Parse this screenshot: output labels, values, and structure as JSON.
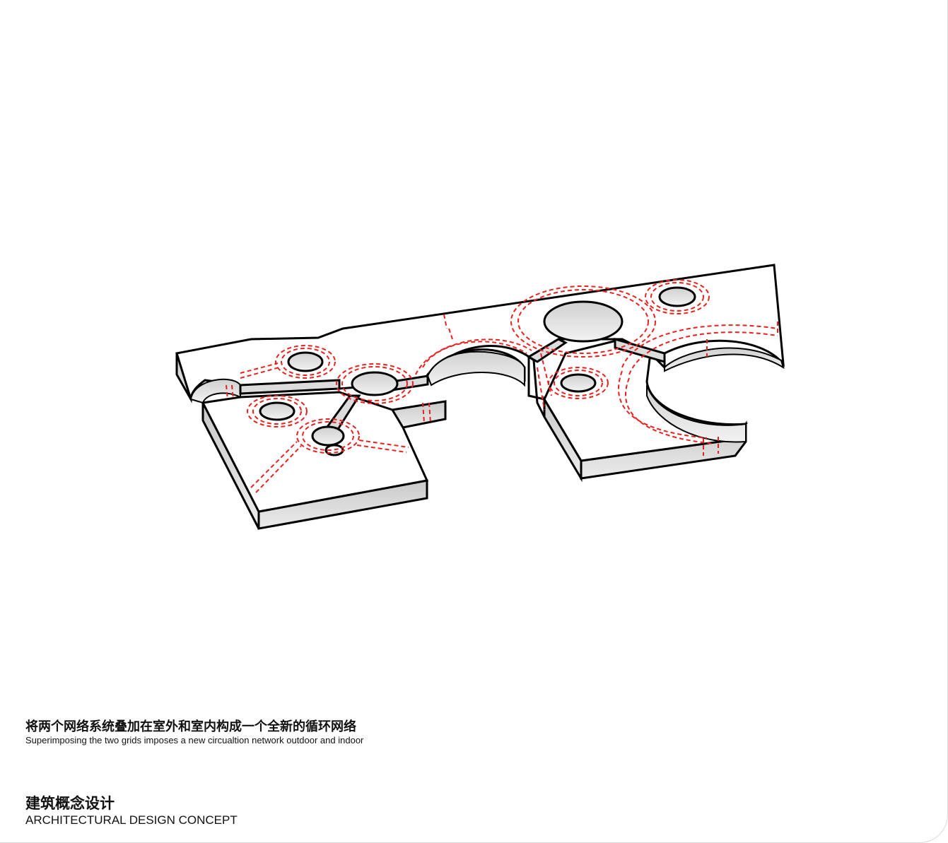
{
  "caption": {
    "cn": "将两个网络系统叠加在室外和室内构成一个全新的循环网络",
    "en": "Superimposing the two grids imposes a new circualtion network outdoor and indoor"
  },
  "title": {
    "cn": "建筑概念设计",
    "en": "ARCHITECTURAL DESIGN CONCEPT"
  },
  "colors": {
    "network_line": "#e8231f",
    "outline": "#000000",
    "side_face": "#d6d6d6",
    "top_face": "#ffffff"
  }
}
